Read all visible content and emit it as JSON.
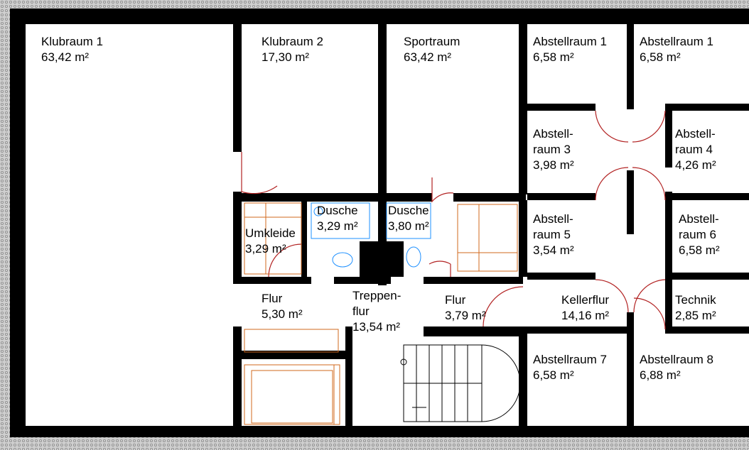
{
  "rooms": [
    {
      "lines": [
        "Klubraum 1"
      ],
      "area": "63,42 m²"
    },
    {
      "lines": [
        "Klubraum 2"
      ],
      "area": "17,30 m²"
    },
    {
      "lines": [
        "Sportraum"
      ],
      "area": "63,42 m²"
    },
    {
      "lines": [
        "Abstellraum 1"
      ],
      "area": "6,58 m²"
    },
    {
      "lines": [
        "Abstellraum 1"
      ],
      "area": "6,58 m²"
    },
    {
      "lines": [
        "Abstell-",
        "raum 3"
      ],
      "area": "3,98 m²"
    },
    {
      "lines": [
        "Abstell-",
        "raum 4"
      ],
      "area": "4,26 m²"
    },
    {
      "lines": [
        "Dusche"
      ],
      "area": "3,29 m²"
    },
    {
      "lines": [
        "Dusche"
      ],
      "area": "3,80 m²"
    },
    {
      "lines": [
        "Umkleide"
      ],
      "area": "3,29 m²"
    },
    {
      "lines": [
        "Abstell-",
        "raum 5"
      ],
      "area": "3,54 m²"
    },
    {
      "lines": [
        "Abstell-",
        "raum 6"
      ],
      "area": "6,58 m²"
    },
    {
      "lines": [
        "Flur"
      ],
      "area": "5,30 m²"
    },
    {
      "lines": [
        "Treppen-",
        "flur"
      ],
      "area": "13,54 m²"
    },
    {
      "lines": [
        "Flur"
      ],
      "area": "3,79 m²"
    },
    {
      "lines": [
        "Kellerflur"
      ],
      "area": "14,16 m²"
    },
    {
      "lines": [
        "Technik"
      ],
      "area": "2,85 m²"
    },
    {
      "lines": [
        "Abstellraum 7"
      ],
      "area": "6,58 m²"
    },
    {
      "lines": [
        "Abstellraum 8"
      ],
      "area": "6,88 m²"
    }
  ],
  "colors": {
    "wall": "#000000",
    "outer_wall_pattern": "#9a9a9a",
    "door": "#b22222",
    "fixture": "#d2691e",
    "sanitary": "#1e90ff",
    "background": "#ffffff"
  }
}
